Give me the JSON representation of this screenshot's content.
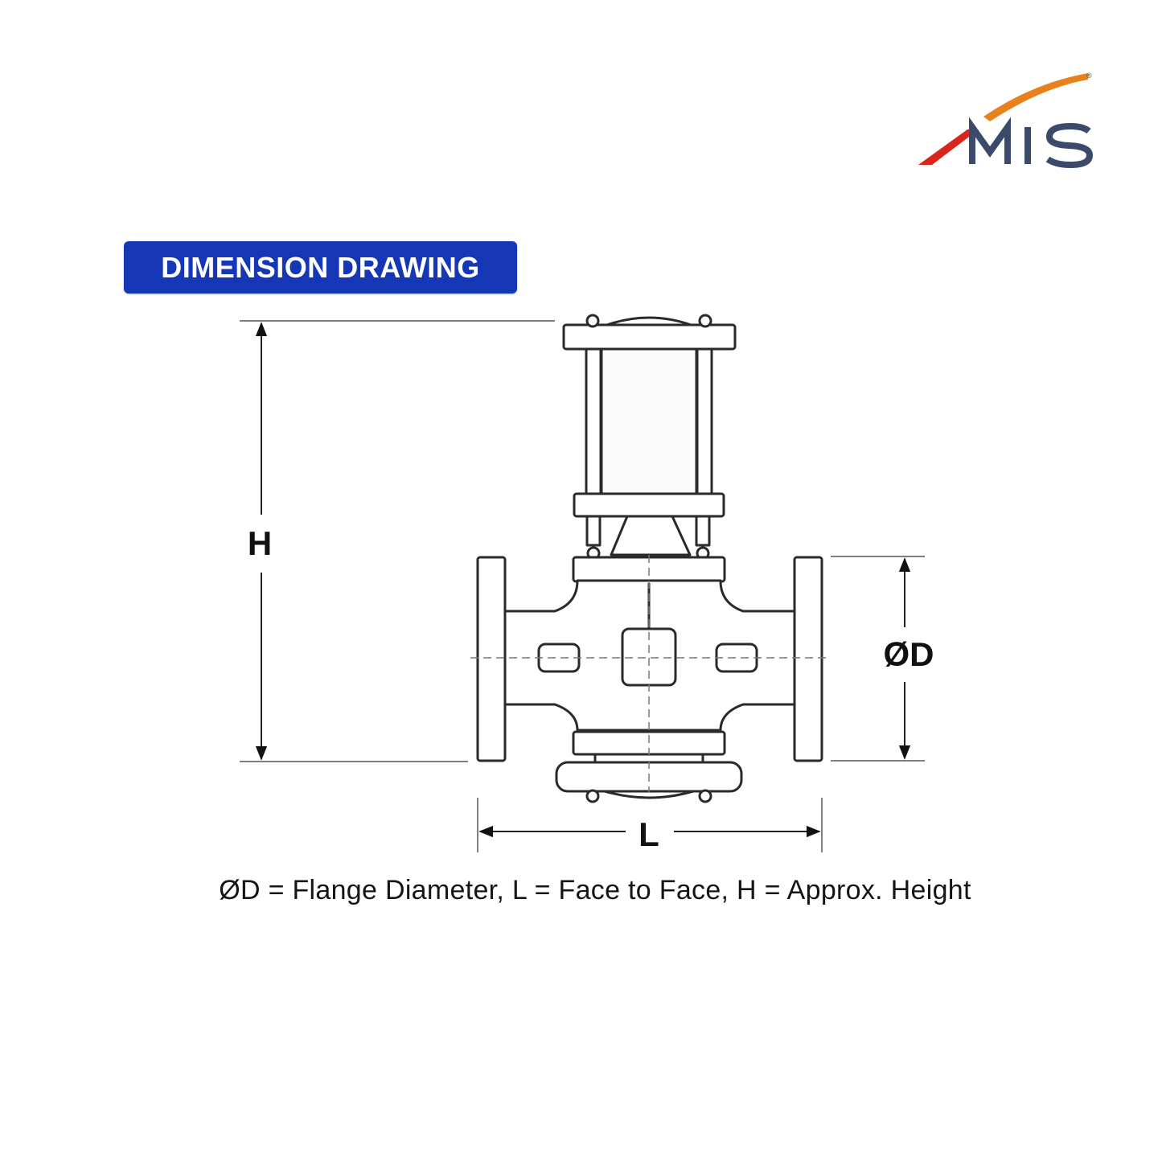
{
  "brand": {
    "logo_text": "MIS",
    "registered_mark": "®",
    "colors": {
      "swoosh_orange": "#e8801c",
      "swoosh_red": "#d9261c",
      "text_navy": "#3b4a6b"
    }
  },
  "header": {
    "title": "DIMENSION DRAWING",
    "badge_color": "#1537b5"
  },
  "drawing": {
    "subject": "valve-outline",
    "dimensions": {
      "height_label": "H",
      "diameter_label": "ØD",
      "length_label": "L"
    }
  },
  "legend": {
    "text": "ØD = Flange Diameter, L = Face to Face, H = Approx. Height"
  }
}
